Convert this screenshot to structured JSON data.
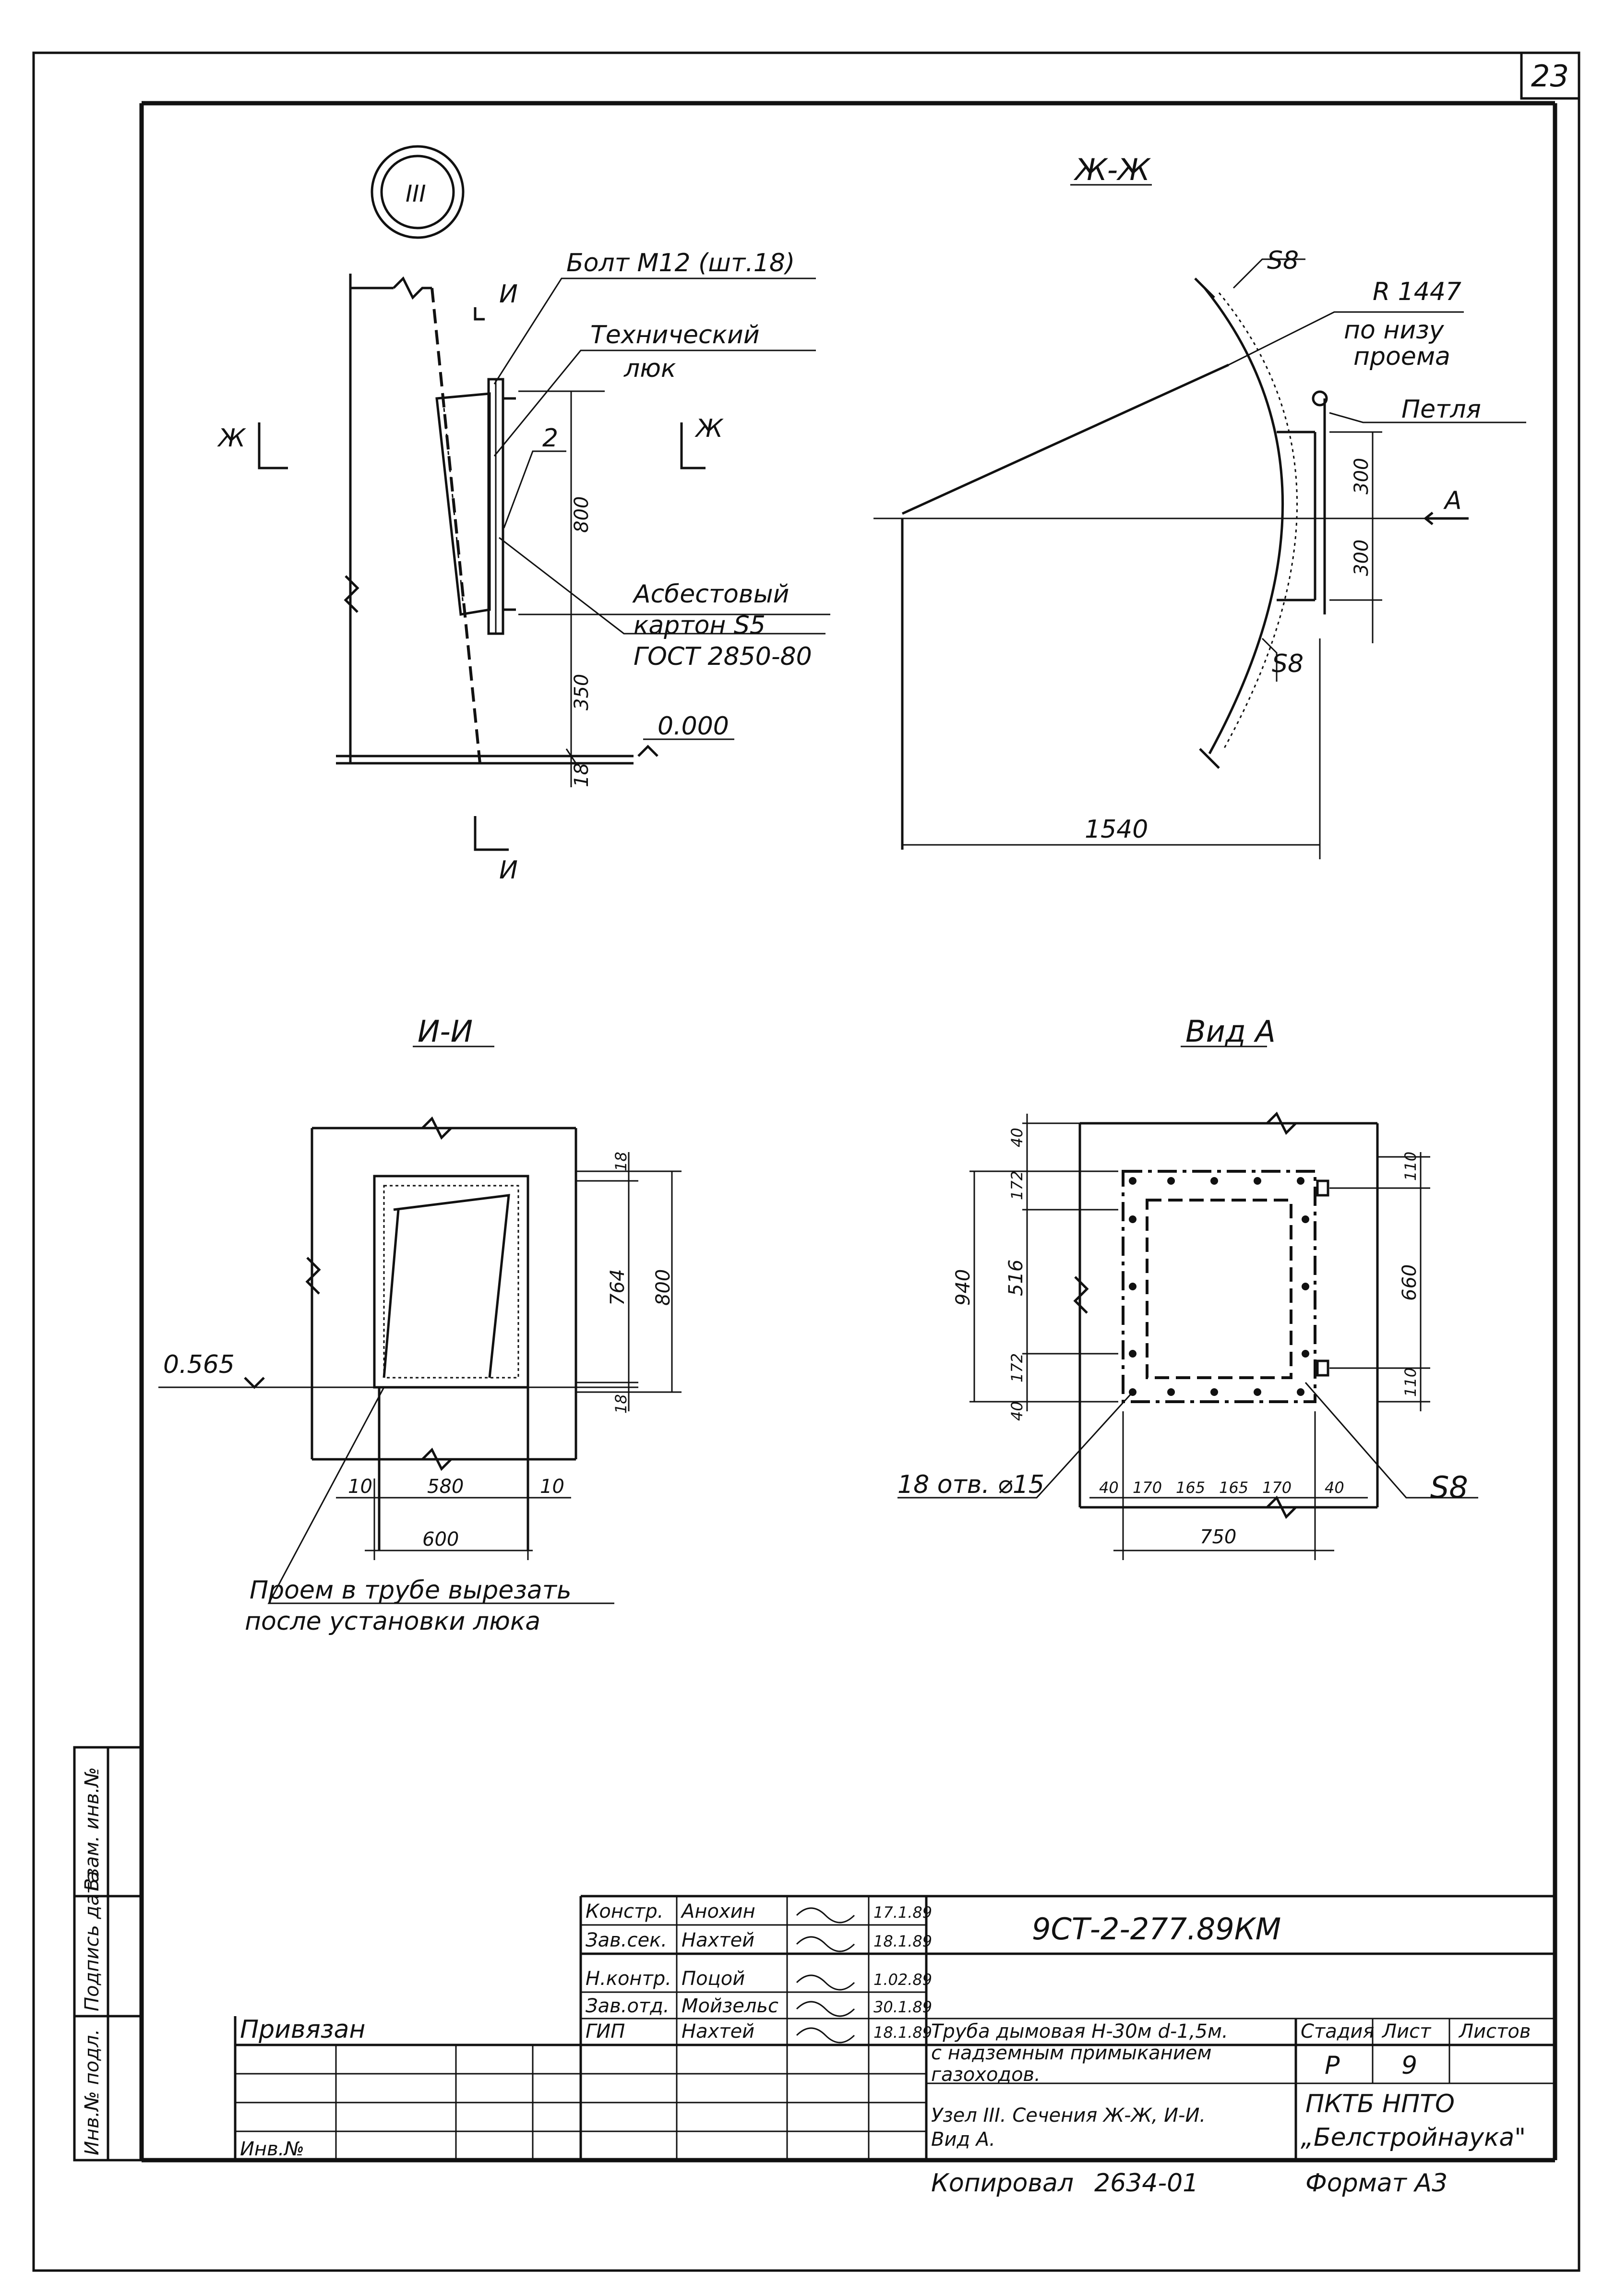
{
  "sheet": {
    "page_number": "23"
  },
  "node_detail": {
    "node_marker": "III",
    "bolt_label": "Болт М12 (шт.18)",
    "hatch_label_1": "Технический",
    "hatch_label_2": "люк",
    "item_number": "2",
    "asbestos_1": "Асбестовый",
    "asbestos_2": "картон S5",
    "asbestos_3": "ГОСТ 2850-80",
    "level": "0.000",
    "dim_800": "800",
    "dim_350": "350",
    "dim_18": "18",
    "cut_i_top": "И",
    "cut_i_bottom": "И",
    "cut_zh_left": "Ж",
    "cut_zh_right": "Ж"
  },
  "section_zh": {
    "title": "Ж-Ж",
    "s8_top": "S8",
    "s8_bottom": "S8",
    "radius": "R 1447",
    "radius_note_1": "по низу",
    "radius_note_2": "проема",
    "loop": "Петля",
    "dim_300a": "300",
    "dim_300b": "300",
    "view_a": "А",
    "dim_1540": "1540"
  },
  "section_ii": {
    "title": "И-И",
    "level": "0.565",
    "dim_18a": "18",
    "dim_18b": "18",
    "dim_764": "764",
    "dim_800": "800",
    "dim_10a": "10",
    "dim_580": "580",
    "dim_10b": "10",
    "dim_600": "600",
    "note_1": "Проем в трубе вырезать",
    "note_2": "после установки люка"
  },
  "view_a": {
    "title": "Вид А",
    "dim_40a": "40",
    "dim_172a": "172",
    "dim_516": "516",
    "dim_172b": "172",
    "dim_40b": "40",
    "dim_940": "940",
    "dim_110a": "110",
    "dim_660": "660",
    "dim_110b": "110",
    "holes": "18 отв. ⌀15",
    "b_40a": "40",
    "b_170a": "170",
    "b_165a": "165",
    "b_165b": "165",
    "b_170b": "170",
    "b_40b": "40",
    "s8": "S8",
    "dim_750": "750"
  },
  "title_block": {
    "rows": [
      {
        "role": "Констр.",
        "name": "Анохин",
        "date": "17.1.89"
      },
      {
        "role": "Зав.сек.",
        "name": "Нахтей",
        "date": "18.1.89"
      },
      {
        "role": "Н.контр.",
        "name": "Поцой",
        "date": "1.02.89"
      },
      {
        "role": "Зав.отд.",
        "name": "Мойзельс",
        "date": "30.1.89"
      },
      {
        "role": "ГИП",
        "name": "Нахтей",
        "date": "18.1.89"
      }
    ],
    "doc_code": "9СТ-2-277.89КМ",
    "title_1": "Труба дымовая Н-30м d-1,5м.",
    "title_2": "с надземным примыканием",
    "title_3": "газоходов.",
    "sheet_title_1": "Узел III. Сечения Ж-Ж, И-И.",
    "sheet_title_2": "Вид А.",
    "stage_h": "Стадия",
    "sheet_h": "Лист",
    "sheets_h": "Листов",
    "stage": "Р",
    "sheet_no": "9",
    "org_1": "ПКТБ НПТО",
    "org_2": "„Белстройнаука\"",
    "privyazan": "Привязан",
    "inv_no": "Инв.№",
    "copied": "Копировал",
    "copy_no": "2634-01",
    "format": "Формат А3"
  },
  "side_stamp": {
    "inv_orig": "Инв.№ подл.",
    "sign_date": "Подпись дата",
    "vzam": "Взам. инв.№"
  }
}
